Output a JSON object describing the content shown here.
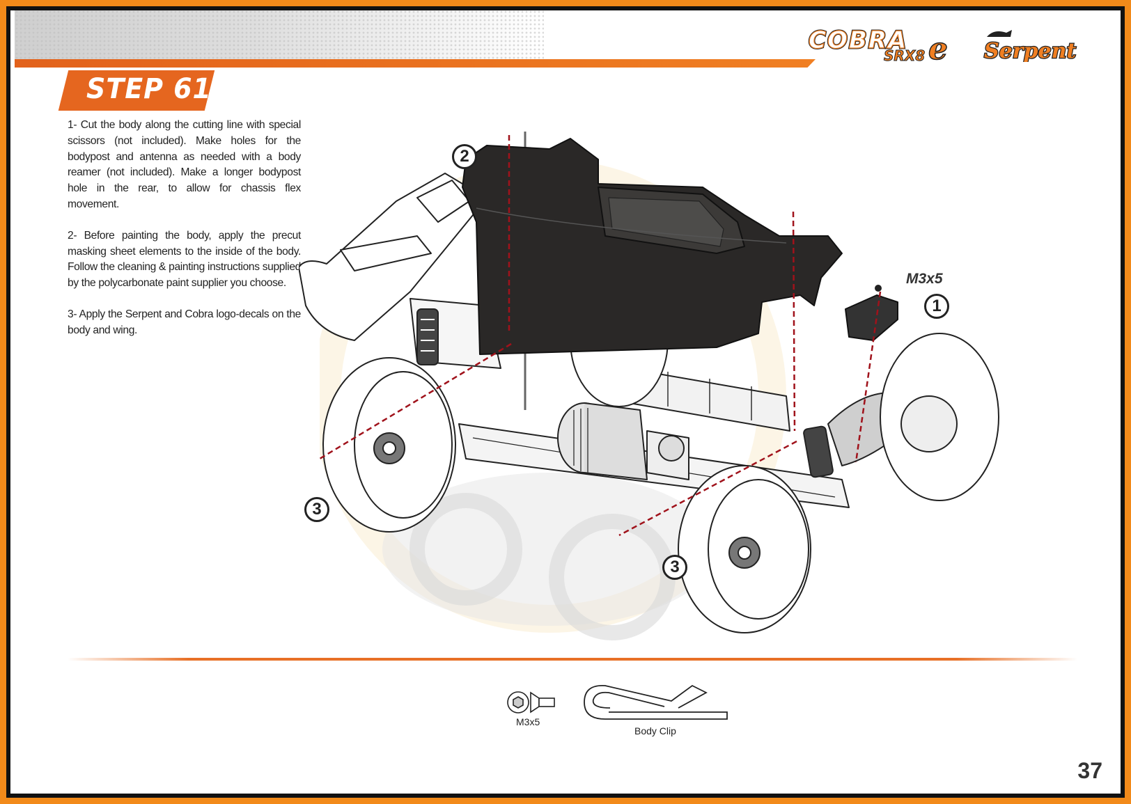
{
  "header": {
    "step_title": "STEP 61",
    "brand_product": "COBRA SRX8e",
    "brand_company": "Serpent"
  },
  "instructions": [
    "1- Cut the body along the cutting line with special scissors (not included). Make holes for the bodypost and antenna as needed with a body reamer (not included).  Make a longer bodypost hole in the rear, to allow for chassis flex movement.",
    "2- Before painting the body, apply the precut masking sheet elements to the inside of the body. Follow the cleaning & painting instructions supplied by the polycarbonate paint supplier you choose.",
    "3- Apply the Serpent and Cobra logo-decals on the body and wing."
  ],
  "illustration": {
    "callouts": [
      "1",
      "2",
      "3",
      "3"
    ],
    "hardware_label": "M3x5"
  },
  "parts": [
    {
      "name": "M3x5"
    },
    {
      "name": "Body Clip"
    }
  ],
  "page_number": "37",
  "colors": {
    "accent": "#e5661f",
    "frame": "#f28a1a"
  }
}
